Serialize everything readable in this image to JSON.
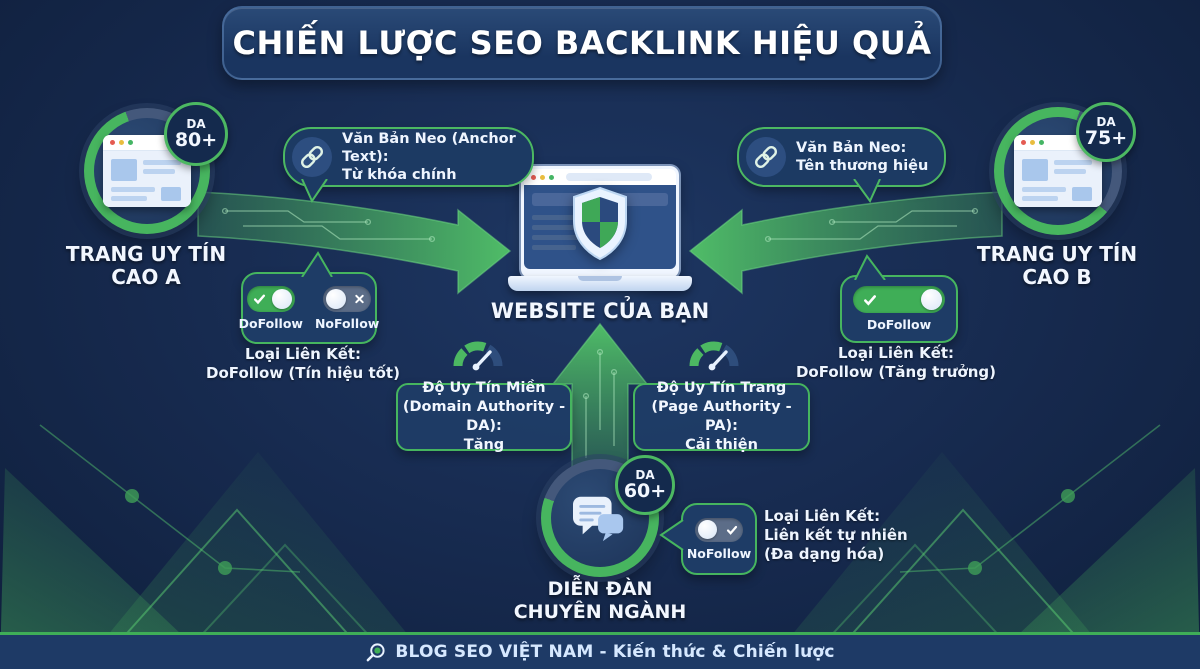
{
  "title": "CHIẾN LƯỢC SEO BACKLINK HIỆU QUẢ",
  "colors": {
    "background": "#16294d",
    "accent_green": "#46b55f",
    "arrow_green": "#52c468",
    "panel_blue": "#1e3c66",
    "toggle_on": "#3fae57",
    "toggle_off": "#5c6d88",
    "badge_bg": "#142a4d",
    "footer_bar": "#1e3a66",
    "text_light": "#f2f7ff"
  },
  "nodes": {
    "site_a": {
      "da_label": "DA",
      "da_value": "80+",
      "name_line1": "TRANG UY TÍN",
      "name_line2": "CAO A"
    },
    "site_b": {
      "da_label": "DA",
      "da_value": "75+",
      "name_line1": "TRANG UY TÍN",
      "name_line2": "CAO B"
    },
    "forum": {
      "da_label": "DA",
      "da_value": "60+",
      "name_line1": "DIỄN ĐÀN",
      "name_line2": "CHUYÊN NGÀNH"
    },
    "website": {
      "label": "WEBSITE CỦA BẠN"
    }
  },
  "anchor_bubbles": {
    "left": {
      "line1": "Văn Bản Neo (Anchor Text):",
      "line2": "Từ khóa chính"
    },
    "right": {
      "line1": "Văn Bản Neo:",
      "line2": "Tên thương hiệu"
    }
  },
  "link_panels": {
    "left": {
      "on_label": "DoFollow",
      "off_label": "NoFollow",
      "caption_line1": "Loại Liên Kết:",
      "caption_line2": "DoFollow (Tín hiệu tốt)"
    },
    "right": {
      "on_label": "DoFollow",
      "caption_line1": "Loại Liên Kết:",
      "caption_line2": "DoFollow (Tăng trưởng)"
    },
    "forum": {
      "off_label": "NoFollow",
      "caption_line1": "Loại Liên Kết:",
      "caption_line2": "Liên kết tự nhiên",
      "caption_line3": "(Đa dạng hóa)"
    }
  },
  "metric_cards": {
    "domain": {
      "line1": "Độ Uy Tín Miền",
      "line2": "(Domain Authority - DA):",
      "line3": "Tăng"
    },
    "page": {
      "line1": "Độ Uy Tín Trang",
      "line2": "(Page Authority - PA):",
      "line3": "Cải thiện"
    }
  },
  "footer": {
    "text": "BLOG SEO VIỆT NAM - Kiến thức & Chiến lược"
  }
}
